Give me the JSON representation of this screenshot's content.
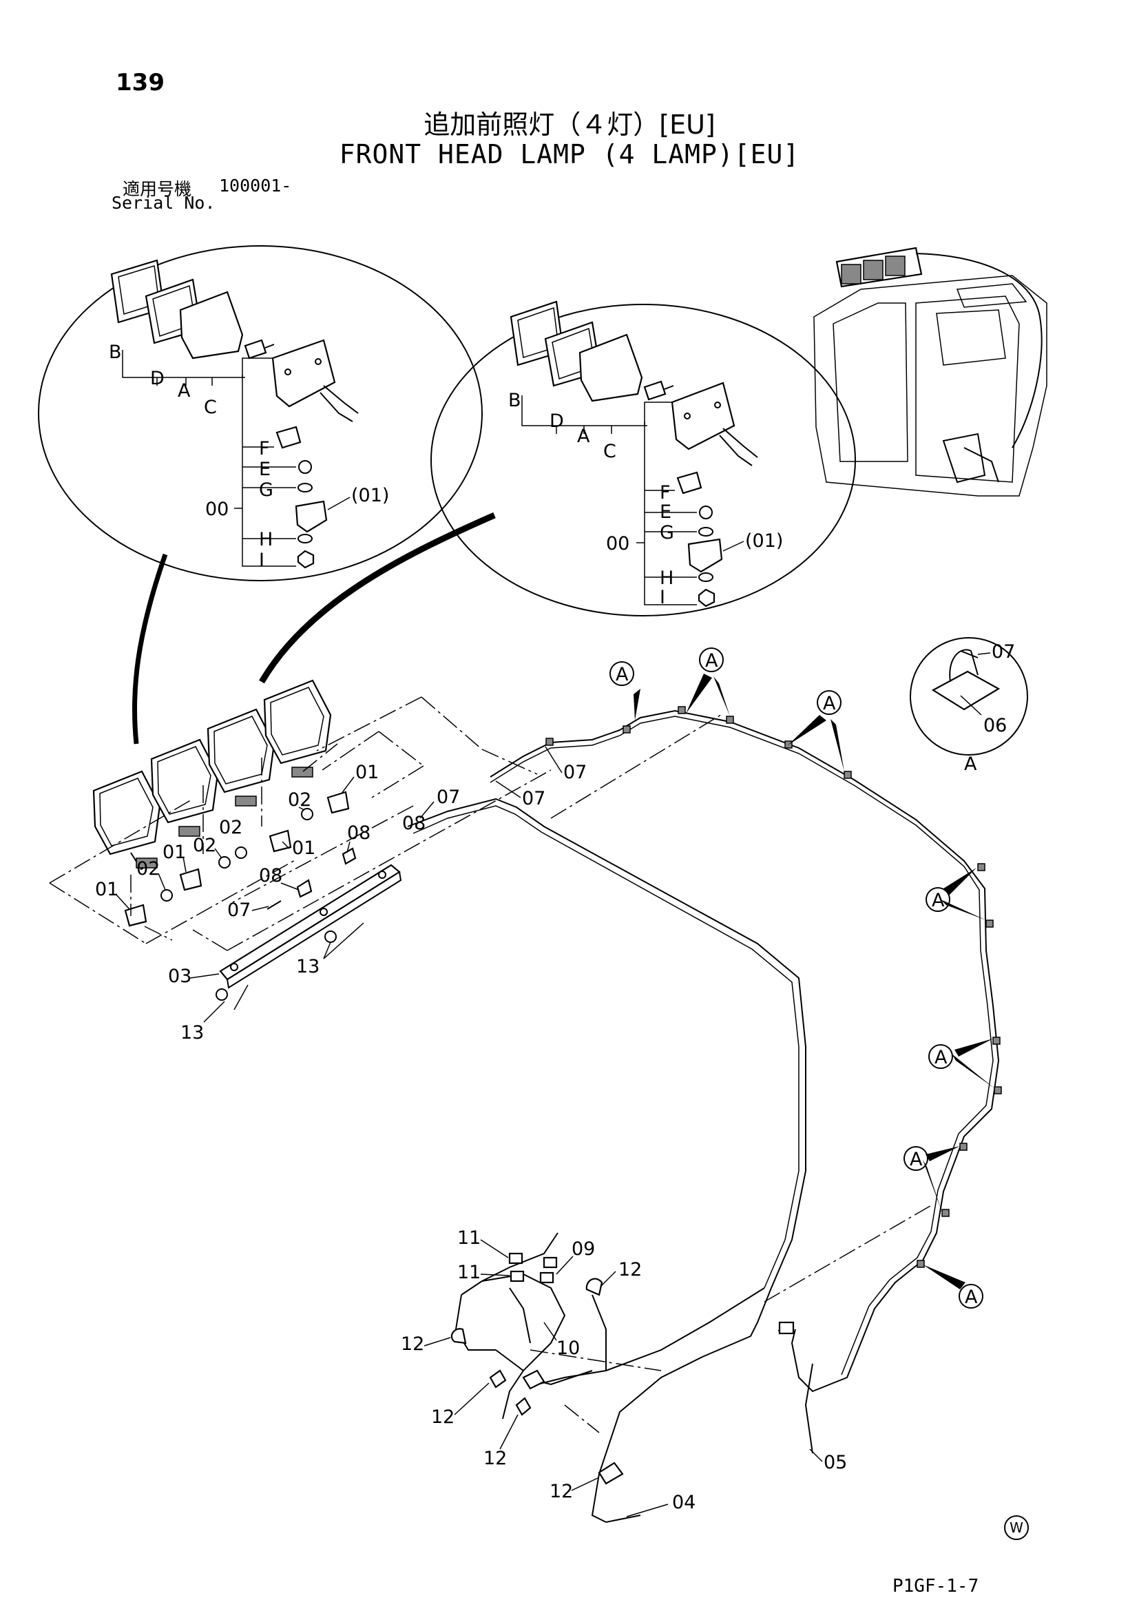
{
  "page_number": "139",
  "title_jp": "追加前照灯（４灯）[EU]",
  "title_en": "FRONT HEAD LAMP (4 LAMP)[EU]",
  "serial": {
    "label_jp": "適用号機",
    "label_en": "Serial No.",
    "value": "100001-"
  },
  "detail_left": {
    "letters": [
      "B",
      "D",
      "A",
      "C",
      "F",
      "E",
      "G",
      "H",
      "I"
    ],
    "group": "00",
    "bracket": "(01)"
  },
  "detail_right": {
    "letters": [
      "B",
      "D",
      "A",
      "C",
      "F",
      "E",
      "G",
      "H",
      "I"
    ],
    "group": "00",
    "bracket": "(01)"
  },
  "detail_a": {
    "parts": [
      "07",
      "06"
    ],
    "caption": "A"
  },
  "callout_letter": "A",
  "part_labels": {
    "p01a": "01",
    "p01b": "01",
    "p01c": "01",
    "p01d": "01",
    "p02a": "02",
    "p02b": "02",
    "p02c": "02",
    "p03": "03",
    "p04": "04",
    "p05": "05",
    "p07a": "07",
    "p07b": "07",
    "p07c": "07",
    "p07d": "07",
    "p08a": "08",
    "p08b": "08",
    "p09": "09",
    "p10": "10",
    "p11a": "11",
    "p11b": "11",
    "p12a": "12",
    "p12b": "12",
    "p12c": "12",
    "p12d": "12",
    "p12e": "12",
    "p13a": "13",
    "p13b": "13"
  },
  "mark_w": "W",
  "figure_code": "P1GF-1-7"
}
